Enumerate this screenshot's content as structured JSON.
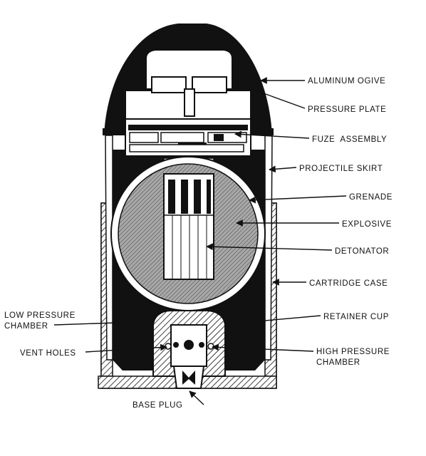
{
  "labels": {
    "aluminum_ogive": "ALUMINUM OGIVE",
    "pressure_plate": "PRESSURE PLATE",
    "fuze_assembly": "FUZE  ASSEMBLY",
    "projectile_skirt": "PROJECTILE SKIRT",
    "grenade": "GRENADE",
    "explosive": "EXPLOSIVE",
    "detonator": "DETONATOR",
    "cartridge_case": "CARTRIDGE CASE",
    "retainer_cup": "RETAINER CUP",
    "low_pressure_chamber_line1": "LOW PRESSURE",
    "low_pressure_chamber_line2": "CHAMBER",
    "high_pressure_chamber_line1": "HIGH PRESSURE",
    "high_pressure_chamber_line2": "CHAMBER",
    "vent_holes": "VENT HOLES",
    "base_plug": "BASE PLUG"
  },
  "colors": {
    "ink": "#111111",
    "paper": "#ffffff",
    "section_fill": "#9a9a9a"
  }
}
